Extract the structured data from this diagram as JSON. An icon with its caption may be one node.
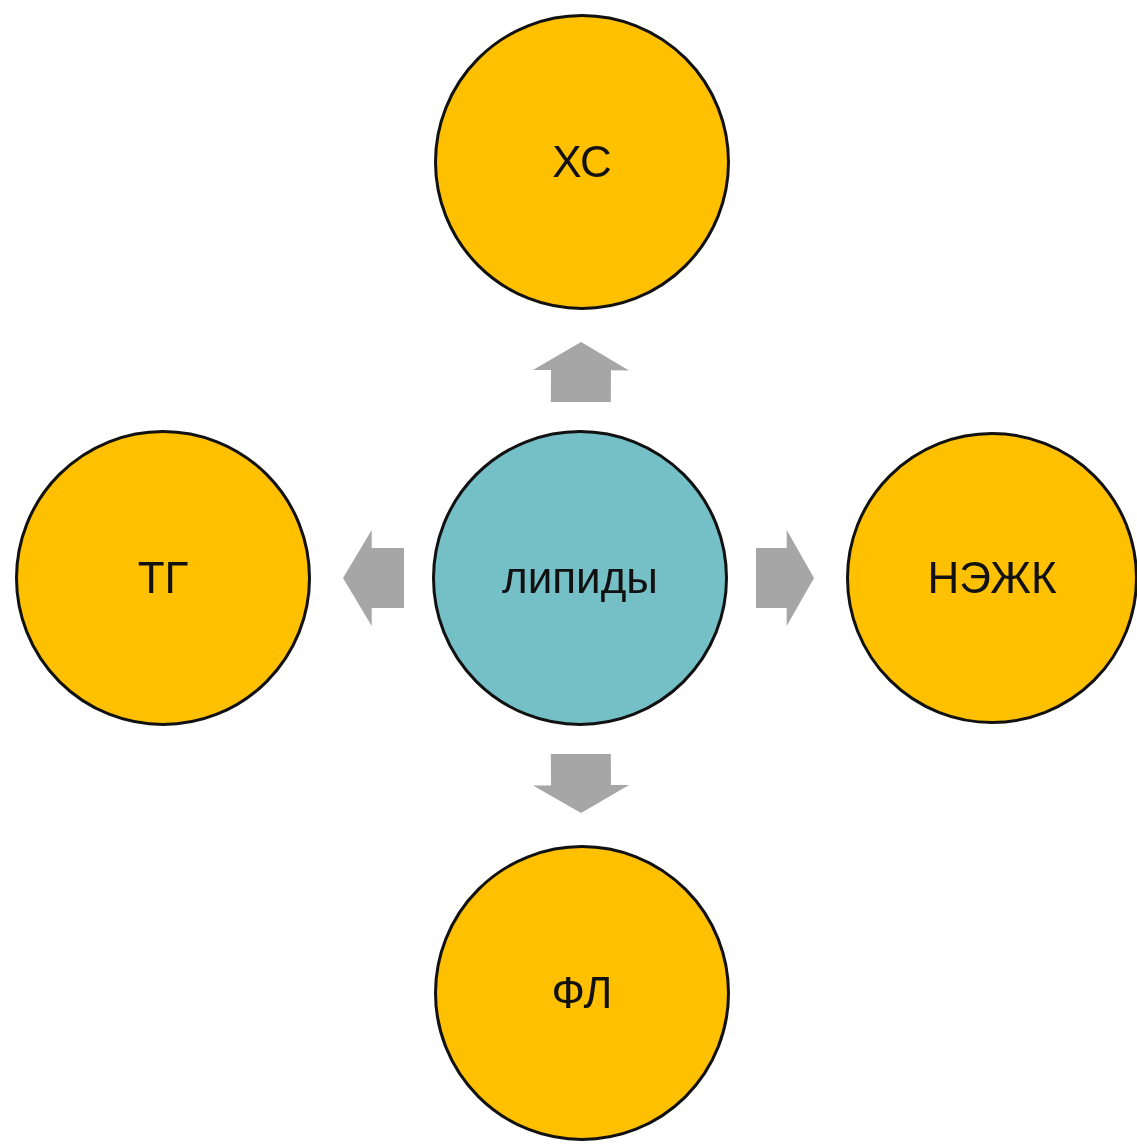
{
  "diagram": {
    "nodes": [
      {
        "text": [
          "липиды"
        ]
      },
      {
        "text": [
          "ХС"
        ]
      },
      {
        "text": [
          "ТГ"
        ]
      },
      {
        "text": [
          "НЭЖК"
        ]
      },
      {
        "text": [
          "ФЛ"
        ]
      }
    ],
    "edges": [
      {
        "from": 0,
        "to": 1,
        "arrow": "to"
      },
      {
        "from": 0,
        "to": 2,
        "arrow": "to"
      },
      {
        "from": 0,
        "to": 3,
        "arrow": "to"
      },
      {
        "from": 0,
        "to": 4,
        "arrow": "to"
      }
    ]
  }
}
